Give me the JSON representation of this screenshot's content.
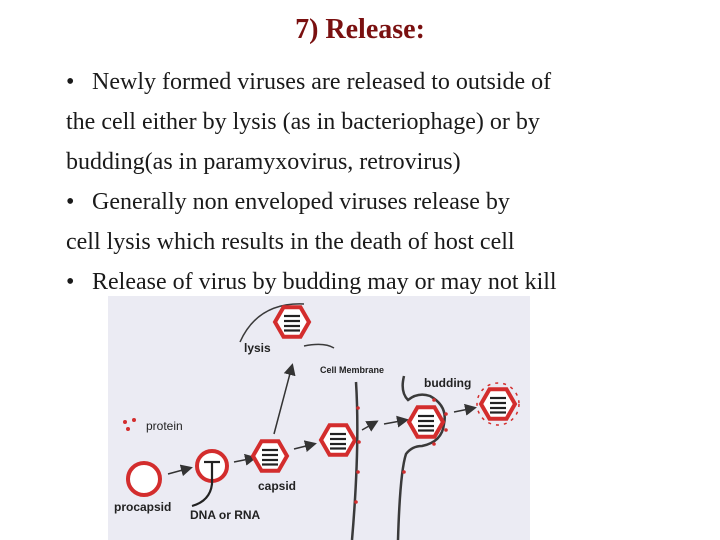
{
  "slide": {
    "title": "7) Release:",
    "lines": [
      {
        "bullet": "•",
        "text": "Newly formed viruses are released to outside of"
      },
      {
        "bullet": "",
        "text": "the cell either by lysis (as in bacteriophage) or by"
      },
      {
        "bullet": "",
        "text": "budding(as in paramyxovirus, retrovirus)"
      },
      {
        "bullet": "•",
        "text": "Generally non enveloped viruses release by"
      },
      {
        "bullet": "",
        "text": "cell lysis which results in the death of host cell"
      },
      {
        "bullet": "•",
        "text": "Release of virus by budding may or may not kill"
      }
    ]
  },
  "diagram": {
    "labels": {
      "lysis": "lysis",
      "cell_membrane": "Cell Membrane",
      "budding": "budding",
      "protein": "protein",
      "capsid": "capsid",
      "procapsid": "procapsid",
      "dna_or_rna": "DNA or RNA"
    },
    "colors": {
      "background": "#ebebf3",
      "virus_red": "#d32d2d",
      "membrane": "#3a3a3a",
      "arrow": "#333333",
      "title": "#7a1010"
    }
  }
}
